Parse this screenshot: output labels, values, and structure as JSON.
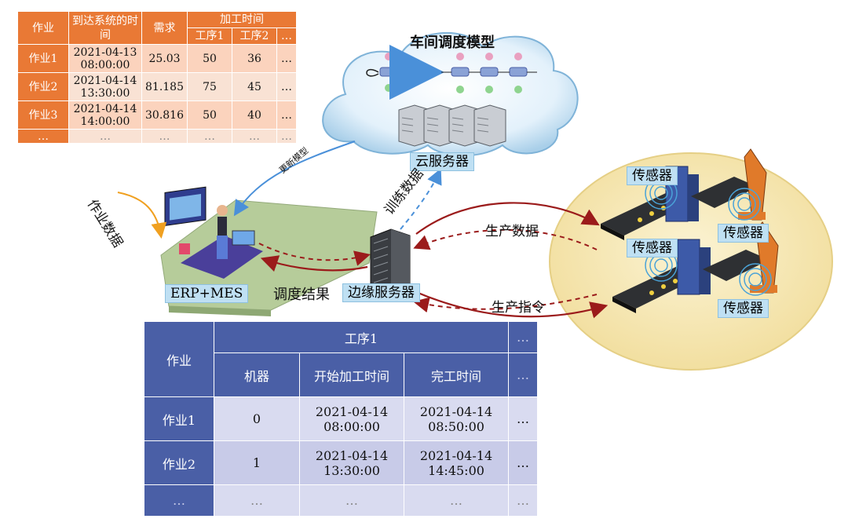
{
  "job_table": {
    "headers": {
      "job": "作业",
      "arrival": "到达系统的时间",
      "demand": "需求",
      "processing_time": "加工时间",
      "op1": "工序1",
      "op2": "工序2",
      "more": "…"
    },
    "rows": [
      {
        "job": "作业1",
        "arrival": "2021-04-13 08:00:00",
        "demand": "25.03",
        "op1": "50",
        "op2": "36",
        "more": "…"
      },
      {
        "job": "作业2",
        "arrival": "2021-04-14 13:30:00",
        "demand": "81.185",
        "op1": "75",
        "op2": "45",
        "more": "…"
      },
      {
        "job": "作业3",
        "arrival": "2021-04-14 14:00:00",
        "demand": "30.816",
        "op1": "50",
        "op2": "40",
        "more": "…"
      },
      {
        "job": "…",
        "arrival": "…",
        "demand": "…",
        "op1": "…",
        "op2": "…",
        "more": "…"
      }
    ]
  },
  "cloud": {
    "title": "车间调度模型",
    "server_label": "云服务器"
  },
  "labels": {
    "update_model": "更新模型",
    "training_data": "训练数据",
    "job_data": "作业数据",
    "erp_mes": "ERP+MES",
    "schedule_result": "调度结果",
    "edge_server": "边缘服务器",
    "production_data": "生产数据",
    "production_command": "生产指令",
    "sensor": "传感器"
  },
  "schedule_table": {
    "headers": {
      "job": "作业",
      "op1": "工序1",
      "more": "…",
      "machine": "机器",
      "start": "开始加工时间",
      "end": "完工时间"
    },
    "rows": [
      {
        "job": "作业1",
        "machine": "0",
        "start": "2021-04-14 08:00:00",
        "end": "2021-04-14 08:50:00",
        "more": "…"
      },
      {
        "job": "作业2",
        "machine": "1",
        "start": "2021-04-14 13:30:00",
        "end": "2021-04-14 14:45:00",
        "more": "…"
      },
      {
        "job": "…",
        "machine": "…",
        "start": "…",
        "end": "…",
        "more": "…"
      }
    ]
  },
  "colors": {
    "orange_header": "#e97935",
    "blue_header": "#4a5fa6",
    "arrow_red": "#9b1b1b",
    "arrow_blue": "#4a90d9",
    "arrow_orange": "#f0a020"
  }
}
